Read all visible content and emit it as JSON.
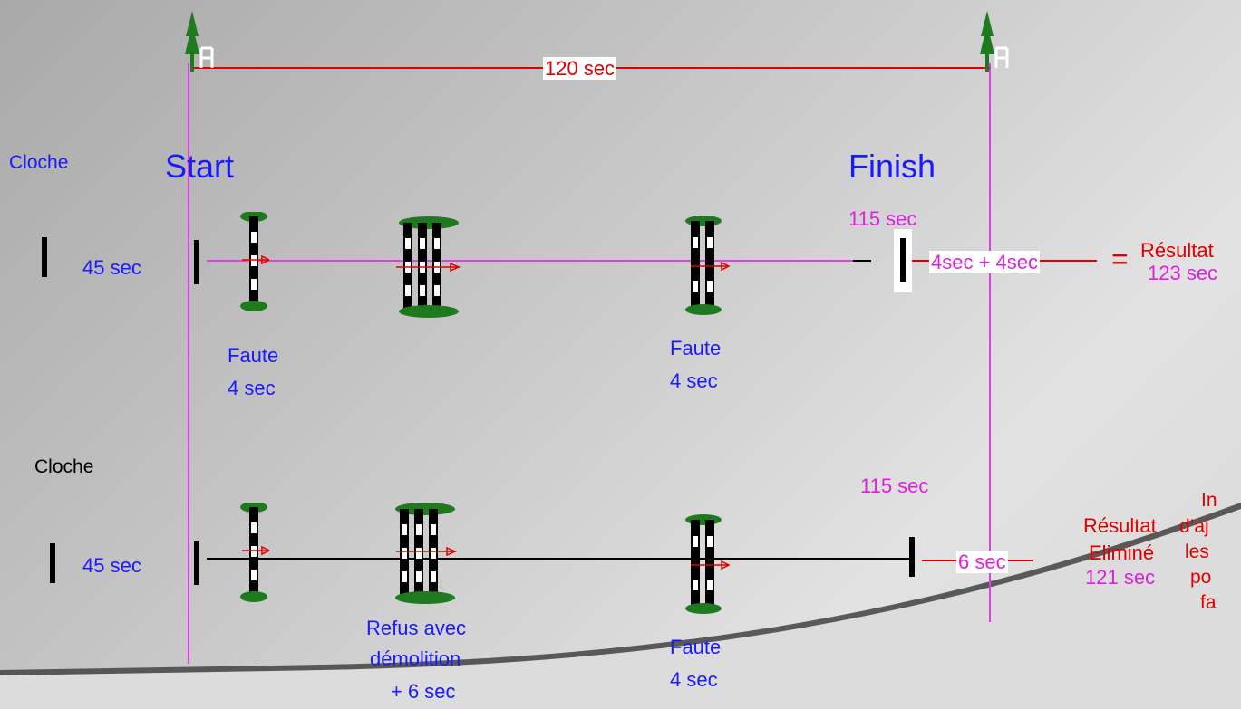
{
  "header": {
    "time_total": "120 sec"
  },
  "labels": {
    "start": "Start",
    "finish": "Finish",
    "cloche_top": "Cloche",
    "cloche_bottom": "Cloche"
  },
  "row1": {
    "time_left": "45 sec",
    "faute1_line1": "Faute",
    "faute1_line2": "4 sec",
    "faute2_line1": "Faute",
    "faute2_line2": "4 sec",
    "finish_time": "115 sec",
    "penalty": "4sec + 4sec",
    "equals": "=",
    "result_label": "Résultat",
    "result_value": "123 sec"
  },
  "row2": {
    "time_left": "45 sec",
    "refus_line1": "Refus avec",
    "refus_line2": "démolition",
    "refus_line3": "+ 6 sec",
    "faute_line1": "Faute",
    "faute_line2": "4 sec",
    "finish_time": "115 sec",
    "penalty": "6 sec",
    "result_label": "Résultat",
    "result_status": "Eliminé",
    "result_value": "121 sec",
    "note_line1": "In",
    "note_line2": "d’aj",
    "note_line3": "les",
    "note_line4": "po",
    "note_line5": "fa"
  },
  "colors": {
    "blue": "#1a1aff",
    "red": "#e00000",
    "magenta": "#e020e0",
    "tree_green": "#1f7a1f"
  },
  "icons": [
    "tree-icon",
    "judge-chair-icon",
    "obstacle-icon",
    "arrow-icon"
  ]
}
